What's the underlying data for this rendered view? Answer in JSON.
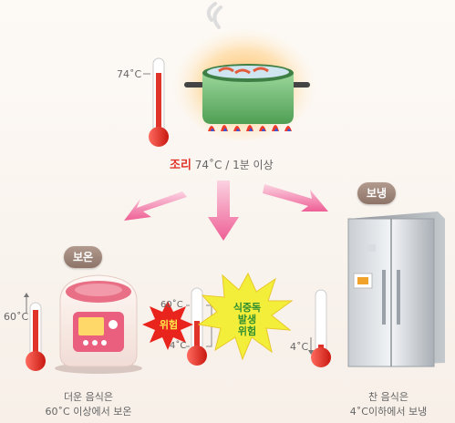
{
  "cooking": {
    "label": "조리",
    "detail": "74˚C / 1분 이상",
    "thermo_label": "74˚C"
  },
  "warm_box": {
    "pill": "보온",
    "thermo_label": "60˚C",
    "caption_line1": "더운 음식은",
    "caption_line2": "60˚C 이상에서 보온"
  },
  "danger": {
    "upper_label": "60˚C",
    "lower_label": "4˚C",
    "red_burst": "위험",
    "yellow_burst_line1": "식중독",
    "yellow_burst_line2": "발생",
    "yellow_burst_line3": "위험"
  },
  "cold_box": {
    "pill": "보냉",
    "thermo_label": "4˚C",
    "caption_line1": "찬 음식은",
    "caption_line2": "4˚C이하에서 보냉"
  },
  "colors": {
    "accent_red": "#e0342a",
    "arrow_pink": "#f27ea8",
    "burst_yellow": "#f3ee3a",
    "burst_red": "#e8241c"
  }
}
